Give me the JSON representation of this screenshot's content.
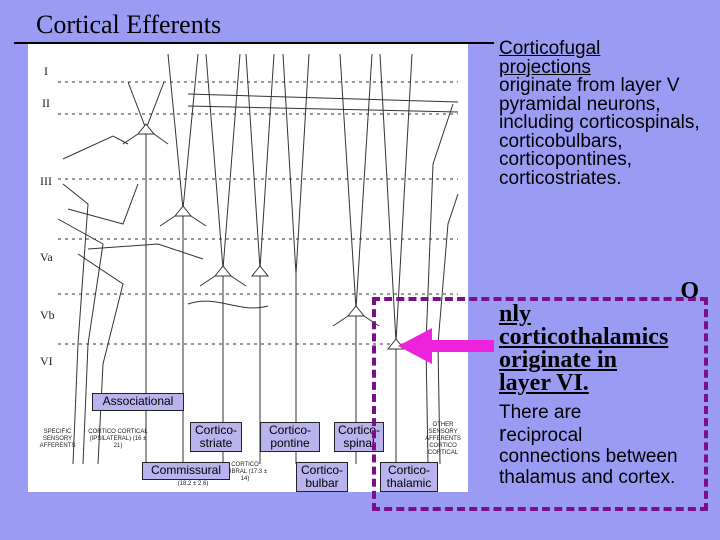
{
  "title": "Cortical Efferents",
  "layers": [
    "I",
    "II",
    "III",
    "Va",
    "Vb",
    "VI"
  ],
  "diagram_labels": {
    "specific_afferents": "SPECIFIC SENSORY AFFERENTS",
    "cortico_cortical_ipsi": "CORTICO CORTICAL (IPSILATERAL) (16 ± 21)",
    "cortico_rubral": "CORTICO RUBRAL (17.3 ± 14)",
    "other_afferents": "OTHER SENSORY AFFERENTS CORTICO CORTICAL",
    "bottom_count": "(18.2 ± 2.6)"
  },
  "boxes": {
    "associational": "Associational",
    "cortico_striate": "Cortico-striate",
    "cortico_pontine": "Cortico-pontine",
    "cortico_spinal": "Cortico-spinal",
    "commissural": "Commissural",
    "cortico_bulbar": "Cortico-bulbar",
    "cortico_thalamic": "Cortico-thalamic"
  },
  "text_blocks": {
    "p1_a": "Corticofugal",
    "p1_b": "projections",
    "p1_c": "originate from layer V pyramidal neurons, including corticospinals, corticobulbars, corticopontines, corticostriates.",
    "p2_o": "O",
    "p2_a": "nly",
    "p2_b": "corticothalamics",
    "p2_c": "originate in",
    "p2_d": "layer VI.",
    "p3_a": "There are",
    "p3_r": "r",
    "p3_b": "eciprocal",
    "p3_c": "connections between thalamus and cortex."
  },
  "colors": {
    "background": "#9a9cf4",
    "box": "#b9b3ee",
    "dashed_border": "#7a0f88",
    "arrow": "#ee22dd"
  }
}
